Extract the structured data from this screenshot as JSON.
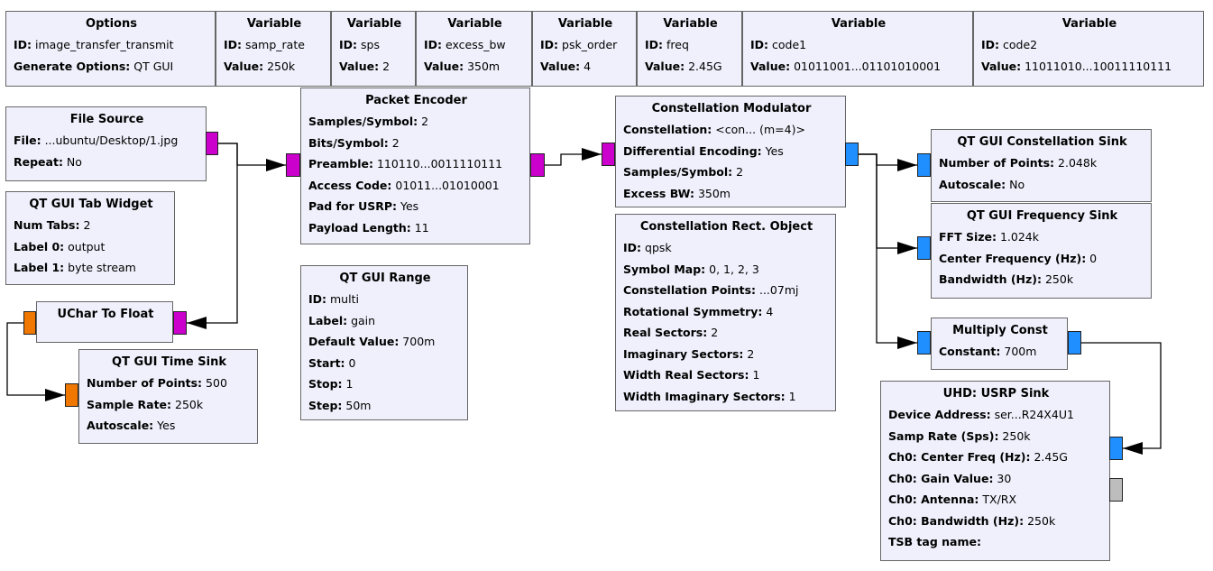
{
  "flowgraph": {
    "blocks": [
      {
        "id": "options",
        "title": "Options",
        "params": [
          {
            "k": "ID:",
            "v": "image_transfer_transmit"
          },
          {
            "k": "Generate Options:",
            "v": "QT GUI"
          }
        ]
      },
      {
        "id": "var-samp-rate",
        "title": "Variable",
        "params": [
          {
            "k": "ID:",
            "v": "samp_rate"
          },
          {
            "k": "Value:",
            "v": "250k"
          }
        ]
      },
      {
        "id": "var-sps",
        "title": "Variable",
        "params": [
          {
            "k": "ID:",
            "v": "sps"
          },
          {
            "k": "Value:",
            "v": "2"
          }
        ]
      },
      {
        "id": "var-excess-bw",
        "title": "Variable",
        "params": [
          {
            "k": "ID:",
            "v": "excess_bw"
          },
          {
            "k": "Value:",
            "v": "350m"
          }
        ]
      },
      {
        "id": "var-psk-order",
        "title": "Variable",
        "params": [
          {
            "k": "ID:",
            "v": "psk_order"
          },
          {
            "k": "Value:",
            "v": "4"
          }
        ]
      },
      {
        "id": "var-freq",
        "title": "Variable",
        "params": [
          {
            "k": "ID:",
            "v": "freq"
          },
          {
            "k": "Value:",
            "v": "2.45G"
          }
        ]
      },
      {
        "id": "var-code1",
        "title": "Variable",
        "params": [
          {
            "k": "ID:",
            "v": "code1"
          },
          {
            "k": "Value:",
            "v": "01011001...01101010001"
          }
        ]
      },
      {
        "id": "var-code2",
        "title": "Variable",
        "params": [
          {
            "k": "ID:",
            "v": "code2"
          },
          {
            "k": "Value:",
            "v": "11011010...10011110111"
          }
        ]
      },
      {
        "id": "file-source",
        "title": "File Source",
        "params": [
          {
            "k": "File:",
            "v": "...ubuntu/Desktop/1.jpg"
          },
          {
            "k": "Repeat:",
            "v": "No"
          }
        ]
      },
      {
        "id": "tab-widget",
        "title": "QT GUI Tab Widget",
        "params": [
          {
            "k": "Num Tabs:",
            "v": "2"
          },
          {
            "k": "Label 0:",
            "v": "output"
          },
          {
            "k": "Label 1:",
            "v": "byte stream"
          }
        ]
      },
      {
        "id": "uchar-to-float",
        "title": "UChar To Float",
        "params": []
      },
      {
        "id": "time-sink",
        "title": "QT GUI Time Sink",
        "params": [
          {
            "k": "Number of Points:",
            "v": "500"
          },
          {
            "k": "Sample Rate:",
            "v": "250k"
          },
          {
            "k": "Autoscale:",
            "v": "Yes"
          }
        ]
      },
      {
        "id": "packet-encoder",
        "title": "Packet Encoder",
        "params": [
          {
            "k": "Samples/Symbol:",
            "v": "2"
          },
          {
            "k": "Bits/Symbol:",
            "v": "2"
          },
          {
            "k": "Preamble:",
            "v": "110110...0011110111"
          },
          {
            "k": "Access Code:",
            "v": "01011...01010001"
          },
          {
            "k": "Pad for USRP:",
            "v": "Yes"
          },
          {
            "k": "Payload Length:",
            "v": "11"
          }
        ]
      },
      {
        "id": "gui-range",
        "title": "QT GUI Range",
        "params": [
          {
            "k": "ID:",
            "v": "multi"
          },
          {
            "k": "Label:",
            "v": "gain"
          },
          {
            "k": "Default Value:",
            "v": "700m"
          },
          {
            "k": "Start:",
            "v": "0"
          },
          {
            "k": "Stop:",
            "v": "1"
          },
          {
            "k": "Step:",
            "v": "50m"
          }
        ]
      },
      {
        "id": "const-mod",
        "title": "Constellation Modulator",
        "params": [
          {
            "k": "Constellation:",
            "v": "<con... (m=4)>"
          },
          {
            "k": "Differential Encoding:",
            "v": "Yes"
          },
          {
            "k": "Samples/Symbol:",
            "v": "2"
          },
          {
            "k": "Excess BW:",
            "v": "350m"
          }
        ]
      },
      {
        "id": "const-rect",
        "title": "Constellation Rect. Object",
        "params": [
          {
            "k": "ID:",
            "v": "qpsk"
          },
          {
            "k": "Symbol Map:",
            "v": "0, 1, 2, 3"
          },
          {
            "k": "Constellation Points:",
            "v": "...07mj"
          },
          {
            "k": "Rotational Symmetry:",
            "v": "4"
          },
          {
            "k": "Real Sectors:",
            "v": "2"
          },
          {
            "k": "Imaginary Sectors:",
            "v": "2"
          },
          {
            "k": "Width Real Sectors:",
            "v": "1"
          },
          {
            "k": "Width Imaginary Sectors:",
            "v": "1"
          }
        ]
      },
      {
        "id": "const-sink",
        "title": "QT GUI Constellation Sink",
        "params": [
          {
            "k": "Number of Points:",
            "v": "2.048k"
          },
          {
            "k": "Autoscale:",
            "v": "No"
          }
        ]
      },
      {
        "id": "freq-sink",
        "title": "QT GUI Frequency Sink",
        "params": [
          {
            "k": "FFT Size:",
            "v": "1.024k"
          },
          {
            "k": "Center Frequency (Hz):",
            "v": "0"
          },
          {
            "k": "Bandwidth (Hz):",
            "v": "250k"
          }
        ]
      },
      {
        "id": "multiply-const",
        "title": "Multiply Const",
        "params": [
          {
            "k": "Constant:",
            "v": "700m"
          }
        ]
      },
      {
        "id": "usrp-sink",
        "title": "UHD: USRP Sink",
        "params": [
          {
            "k": "Device Address:",
            "v": "ser...R24X4U1"
          },
          {
            "k": "Samp Rate (Sps):",
            "v": "250k"
          },
          {
            "k": "Ch0: Center Freq (Hz):",
            "v": "2.45G"
          },
          {
            "k": "Ch0: Gain Value:",
            "v": "30"
          },
          {
            "k": "Ch0: Antenna:",
            "v": "TX/RX"
          },
          {
            "k": "Ch0: Bandwidth (Hz):",
            "v": "250k"
          },
          {
            "k": "TSB tag name:",
            "v": ""
          }
        ]
      }
    ]
  },
  "colors": {
    "block_bg": "#f0f0fc",
    "byte_port": "#cc00cc",
    "complex_port": "#1f8fff",
    "float_port": "#f07800",
    "message_port": "#bdbdbd",
    "wire": "#000000"
  }
}
